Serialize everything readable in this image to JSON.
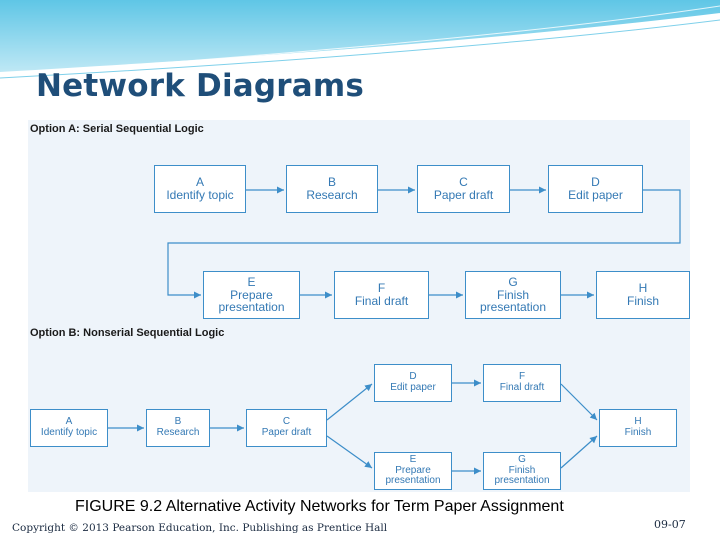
{
  "slide": {
    "title": "Network Diagrams",
    "caption": "FIGURE 9.2  Alternative Activity Networks for Term Paper Assignment",
    "copyright": "Copyright © 2013 Pearson Education, Inc. Publishing as Prentice Hall",
    "slide_number": "09-07"
  },
  "option_a": {
    "label": "Option A: Serial Sequential Logic",
    "nodes": [
      {
        "letter": "A",
        "line1": "Identify topic",
        "line2": ""
      },
      {
        "letter": "B",
        "line1": "Research",
        "line2": ""
      },
      {
        "letter": "C",
        "line1": "Paper draft",
        "line2": ""
      },
      {
        "letter": "D",
        "line1": "Edit paper",
        "line2": ""
      },
      {
        "letter": "E",
        "line1": "Prepare",
        "line2": "presentation"
      },
      {
        "letter": "F",
        "line1": "Final draft",
        "line2": ""
      },
      {
        "letter": "G",
        "line1": "Finish",
        "line2": "presentation"
      },
      {
        "letter": "H",
        "line1": "Finish",
        "line2": ""
      }
    ]
  },
  "option_b": {
    "label": "Option B: Nonserial Sequential Logic",
    "nodes": [
      {
        "letter": "A",
        "line1": "Identify topic",
        "line2": ""
      },
      {
        "letter": "B",
        "line1": "Research",
        "line2": ""
      },
      {
        "letter": "C",
        "line1": "Paper draft",
        "line2": ""
      },
      {
        "letter": "D",
        "line1": "Edit paper",
        "line2": ""
      },
      {
        "letter": "F",
        "line1": "Final draft",
        "line2": ""
      },
      {
        "letter": "E",
        "line1": "Prepare",
        "line2": "presentation"
      },
      {
        "letter": "G",
        "line1": "Finish",
        "line2": "presentation"
      },
      {
        "letter": "H",
        "line1": "Finish",
        "line2": ""
      }
    ]
  },
  "colors": {
    "title": "#1f4e79",
    "box_border": "#3d8ec9",
    "box_text": "#3479b4",
    "connector": "#3d8ec9"
  }
}
